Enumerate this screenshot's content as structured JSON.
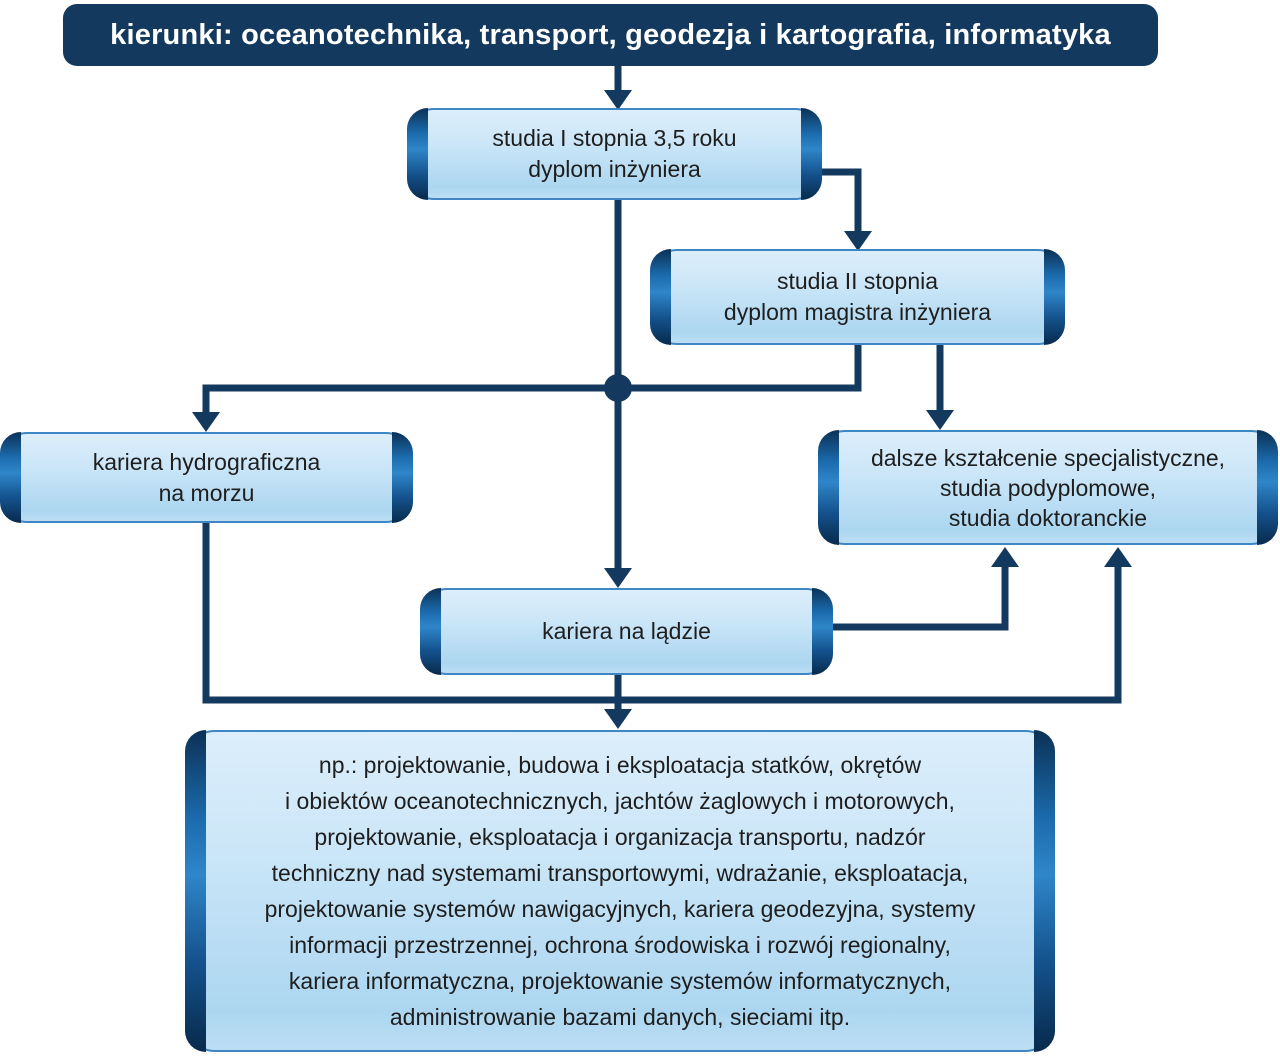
{
  "banner": {
    "text": "kierunki: oceanotechnika, transport, geodezja i kartografia, informatyka"
  },
  "nodes": {
    "studia_1": {
      "lines": [
        "studia I stopnia 3,5 roku",
        "dyplom inżyniera"
      ]
    },
    "studia_2": {
      "lines": [
        "studia II stopnia",
        "dyplom magistra inżyniera"
      ]
    },
    "kariera_hydrograficzna": {
      "lines": [
        "kariera hydrograficzna",
        "na morzu"
      ]
    },
    "dalsze_ksztalcenie": {
      "lines": [
        "dalsze kształcenie specjalistyczne,",
        "studia podyplomowe,",
        "studia doktoranckie"
      ]
    },
    "kariera_na_ladzie": {
      "lines": [
        "kariera na lądzie"
      ]
    },
    "przyklady": {
      "lines": [
        "np.: projektowanie, budowa i eksploatacja statków, okrętów",
        "i obiektów oceanotechnicznych, jachtów żaglowych i motorowych,",
        "projektowanie, eksploatacja i organizacja transportu, nadzór",
        "techniczny nad systemami transportowymi, wdrażanie, eksploatacja,",
        "projektowanie systemów nawigacyjnych, kariera geodezyjna, systemy",
        "informacji przestrzennej, ochrona środowiska i rozwój regionalny,",
        "kariera informatyczna, projektowanie systemów informatycznych,",
        "administrowanie bazami danych, sieciami itp."
      ]
    }
  },
  "colors": {
    "navy": "#14395E",
    "box_border": "#3E86C4",
    "box_fill_light": "#DCEEFB",
    "box_fill_dark": "#ACD6F0",
    "cap_highlight": "#2F86C9",
    "text": "#1E1E1E",
    "banner_text": "#FFFFFF"
  }
}
